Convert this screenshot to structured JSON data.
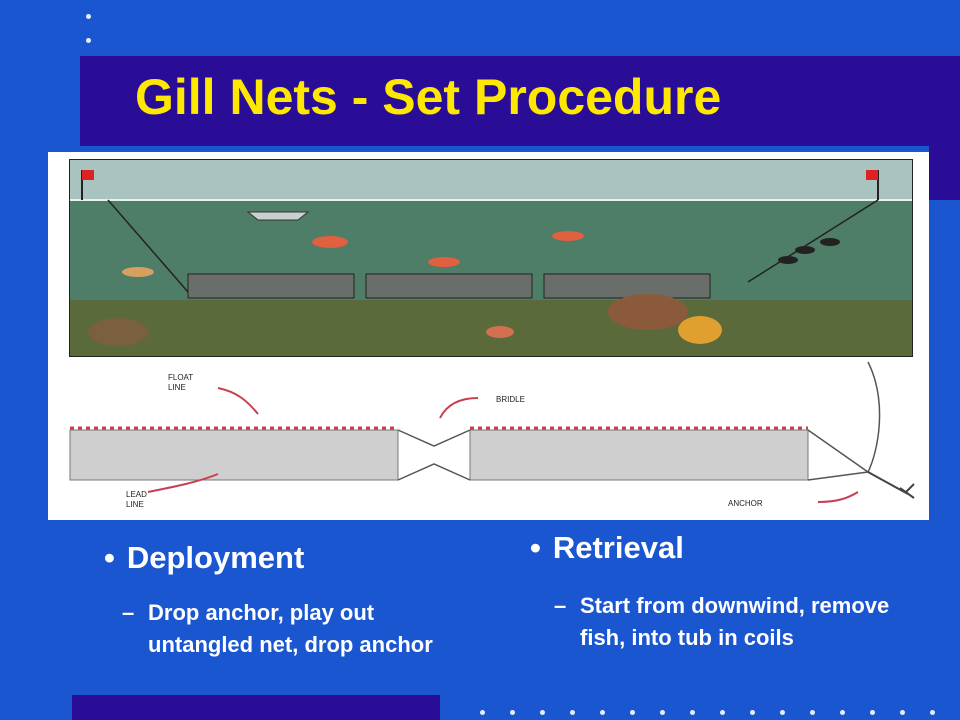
{
  "slide": {
    "title": "Gill Nets - Set Procedure",
    "colors": {
      "background": "#1a56d0",
      "band": "#2a0d96",
      "title": "#ffe800",
      "text": "#ffffff"
    }
  },
  "figure": {
    "labels": {
      "float_line": [
        "FLOAT",
        "LINE"
      ],
      "bridle": "BRIDLE",
      "lead_line": [
        "LEAD",
        "LINE"
      ],
      "anchor": "ANCHOR"
    }
  },
  "left": {
    "heading": "Deployment",
    "bullet_glyph": "•",
    "dash_glyph": "–",
    "detail": "Drop anchor, play out untangled net, drop anchor"
  },
  "right": {
    "heading": "Retrieval",
    "bullet_glyph": "•",
    "dash_glyph": "–",
    "detail": "Start from downwind, remove fish, into tub in coils"
  }
}
